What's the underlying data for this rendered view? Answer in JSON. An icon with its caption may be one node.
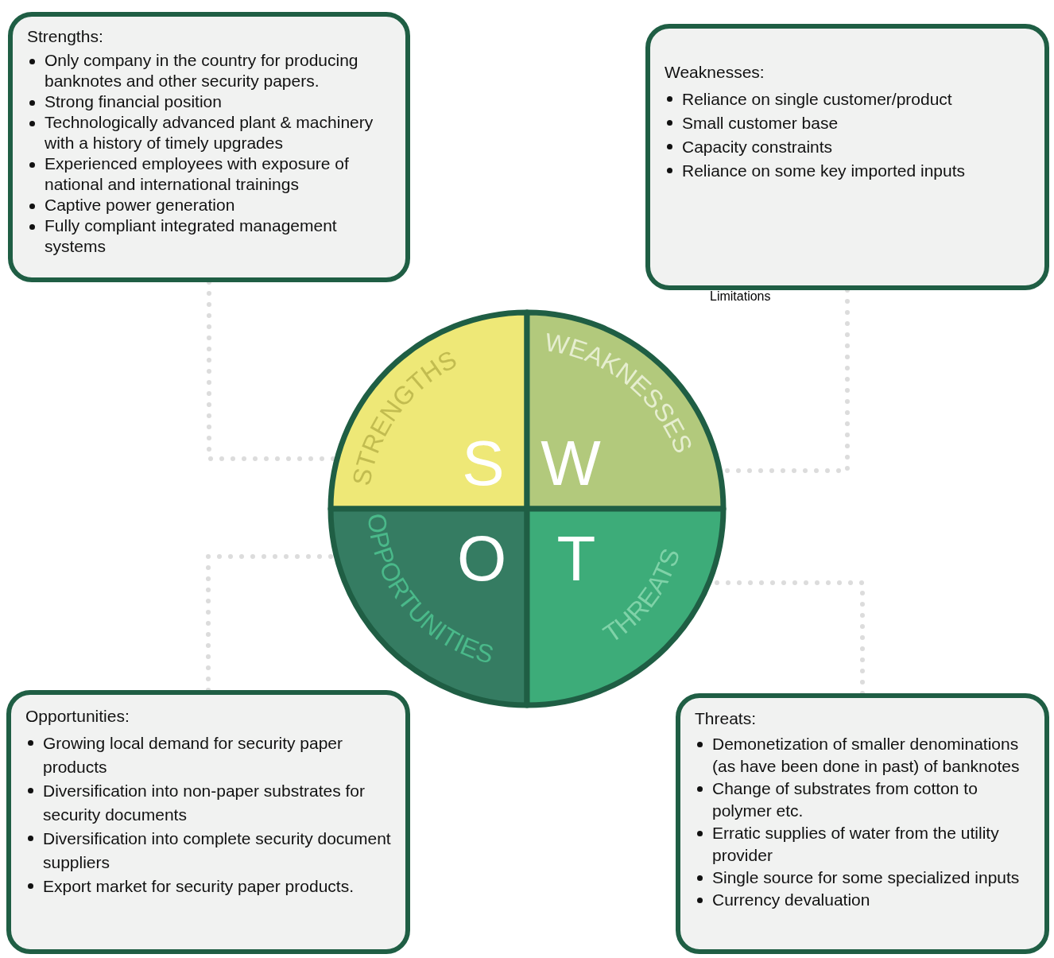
{
  "diagram": {
    "nodes": [
      {
        "text": [
          "Strengths:",
          "Only company in the country for producing banknotes and other security papers.",
          "Strong financial position",
          "Technologically advanced plant & machinery with a history of timely upgrades",
          "Experienced employees with exposure of national and international trainings",
          "Captive power generation",
          "Fully compliant integrated management systems"
        ]
      },
      {
        "text": [
          "Weaknesses:",
          "Reliance on single customer/product",
          "Small customer base",
          "Capacity constraints",
          "Reliance on some key imported inputs"
        ]
      },
      {
        "text": [
          "STRENGTHS",
          "S"
        ]
      },
      {
        "text": [
          "WEAKNESSES",
          "W"
        ]
      },
      {
        "text": [
          "OPPORTUNITIES",
          "O"
        ]
      },
      {
        "text": [
          "T",
          "THREATS"
        ]
      },
      {
        "text": [
          "Opportunities:",
          "Growing local demand for security paper products",
          "Diversification into non-paper substrates for security documents",
          "Diversification into complete security document suppliers",
          "Export market for security paper products."
        ]
      },
      {
        "text": [
          "Threats:",
          "Demonetization of smaller denominations (as have been done in past) of banknotes",
          "Change of substrates from cotton to polymer etc.",
          "Erratic supplies of water from the utility provider",
          "Single source for some specialized inputs",
          "Currency devaluation"
        ]
      }
    ],
    "edges": [
      {
        "from": 0,
        "to": 2,
        "arrow": "none"
      },
      {
        "from": 1,
        "to": 3,
        "arrow": "none"
      },
      {
        "from": 6,
        "to": 4,
        "arrow": "none"
      },
      {
        "from": 7,
        "to": 5,
        "arrow": "none"
      }
    ],
    "labels": [
      "Limitations"
    ]
  }
}
